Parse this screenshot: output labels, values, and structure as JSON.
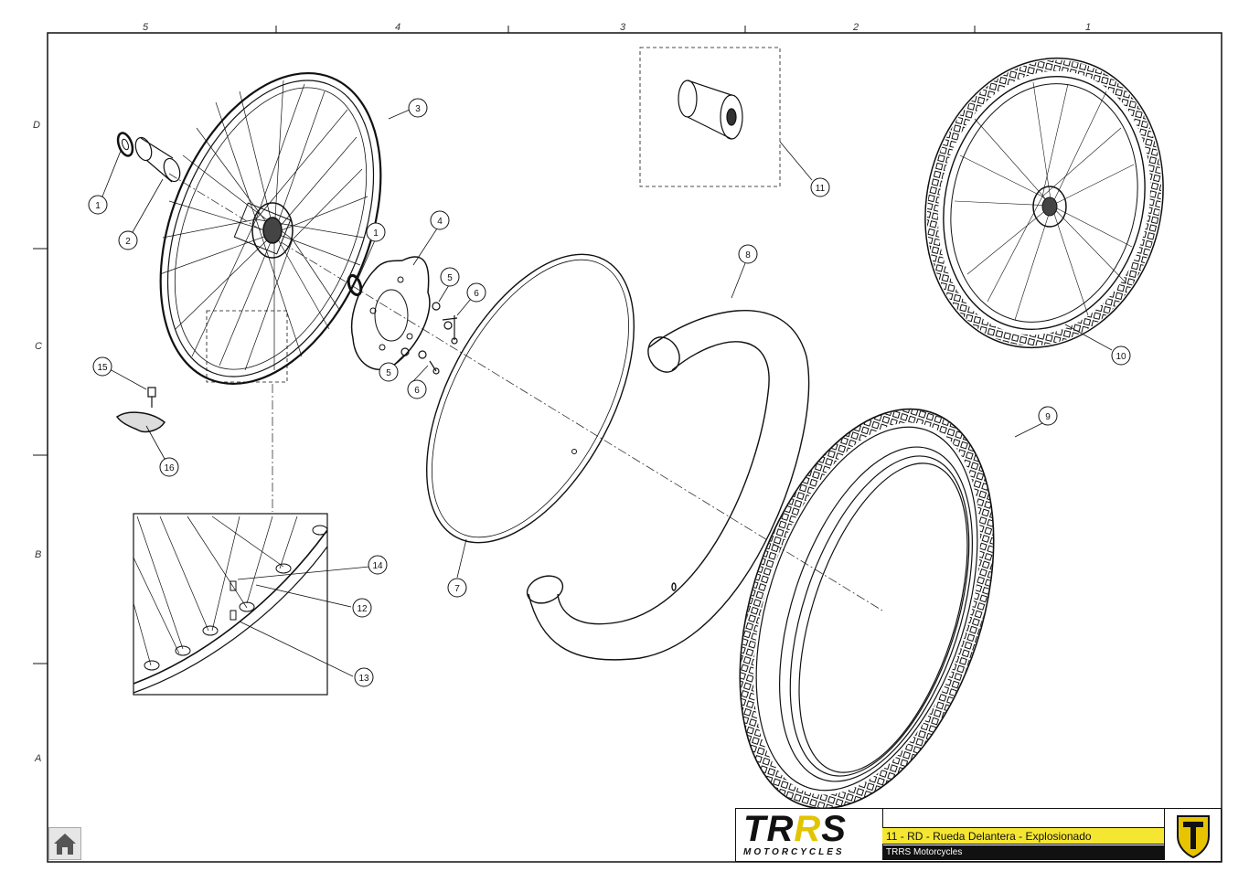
{
  "zones": {
    "columns": [
      "5",
      "4",
      "3",
      "2",
      "1"
    ],
    "rows": [
      "D",
      "C",
      "B",
      "A"
    ]
  },
  "callouts": [
    "1",
    "2",
    "3",
    "4",
    "1",
    "5",
    "6",
    "5",
    "6",
    "7",
    "8",
    "9",
    "10",
    "11",
    "12",
    "13",
    "14",
    "15",
    "16"
  ],
  "title_block": {
    "brand_logo_text": "TRRS",
    "brand_subtitle": "MOTORCYCLES",
    "drawing_title": "11 - RD - Rueda Delantera - Explosionado",
    "company": "TRRS Motorcycles",
    "emblem_icon": "trrs-shield-icon"
  },
  "nav": {
    "home_icon": "home-icon"
  },
  "colors": {
    "accent_yellow": "#f5e632",
    "line": "#111111"
  }
}
